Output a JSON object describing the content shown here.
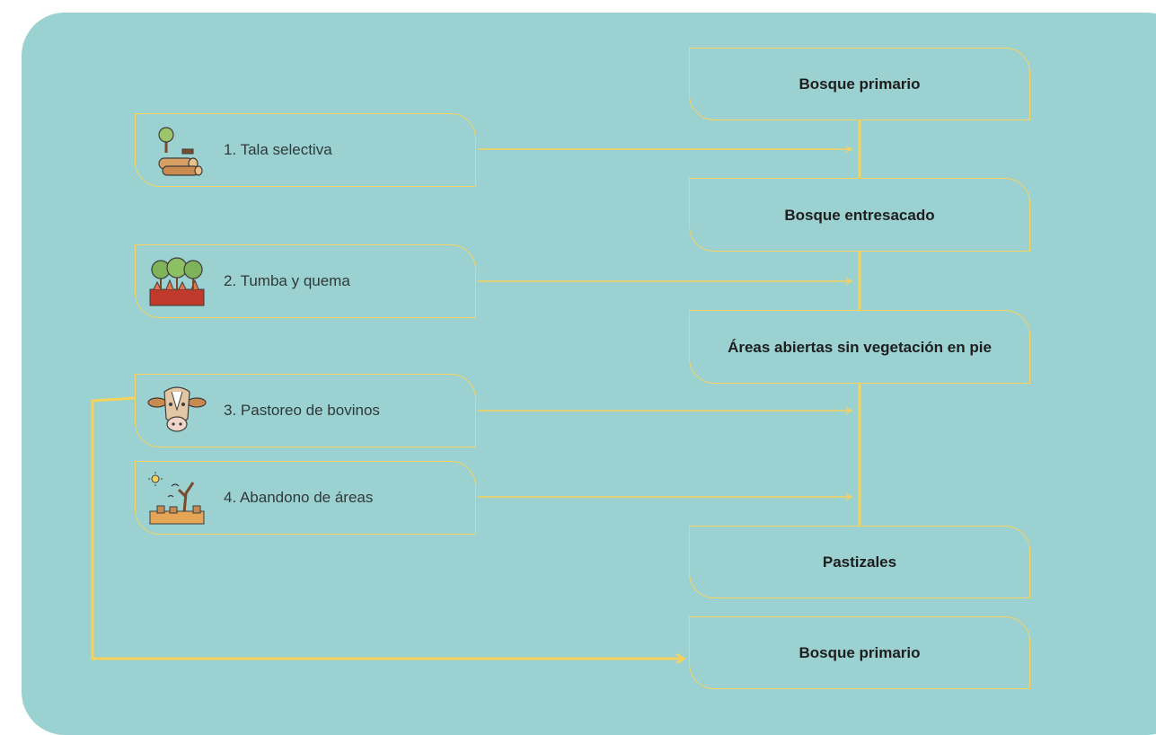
{
  "colors": {
    "panel": "#9bd1d1",
    "line": "#f6d35c",
    "text": "#1e1e1e"
  },
  "stages": [
    {
      "label": "Bosque primario"
    },
    {
      "label": "Bosque entresacado"
    },
    {
      "label": "Áreas abiertas sin vegetación en pie"
    },
    {
      "label": "Pastizales"
    },
    {
      "label": "Bosque primario"
    }
  ],
  "activities": [
    {
      "label": "1. Tala selectiva",
      "icon": "logging-icon"
    },
    {
      "label": "2. Tumba y quema",
      "icon": "slash-and-burn-icon"
    },
    {
      "label": "3. Pastoreo de bovinos",
      "icon": "cow-icon"
    },
    {
      "label": "4. Abandono de áreas",
      "icon": "abandoned-land-icon"
    }
  ]
}
